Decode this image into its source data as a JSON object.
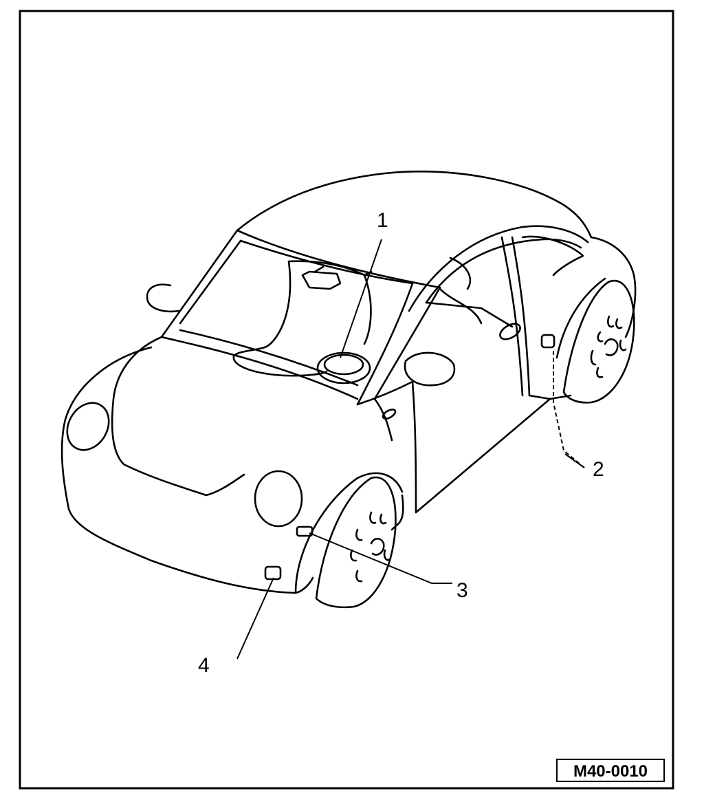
{
  "figure": {
    "callouts": [
      {
        "id": "1",
        "label": "1"
      },
      {
        "id": "2",
        "label": "2"
      },
      {
        "id": "3",
        "label": "3"
      },
      {
        "id": "4",
        "label": "4"
      }
    ],
    "reference_code": "M40-0010"
  }
}
